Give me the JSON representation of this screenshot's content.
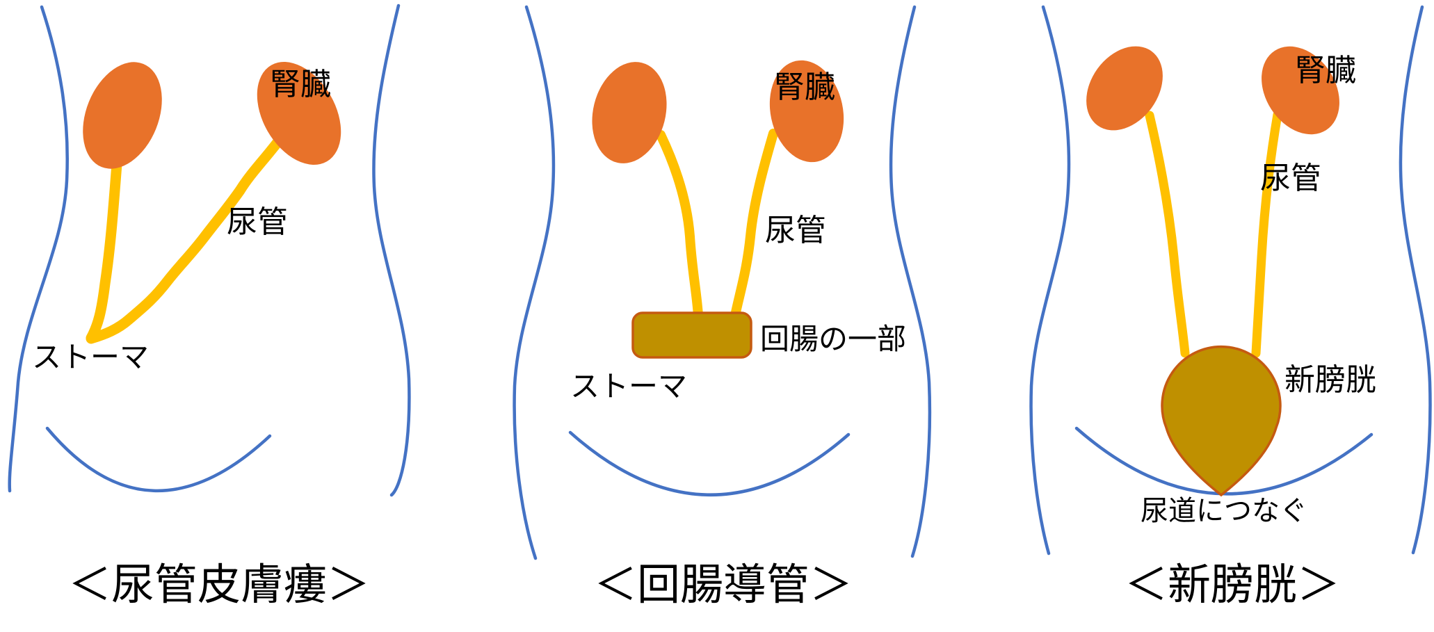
{
  "figure": {
    "description": "Three-panel medical illustration of urinary diversion types",
    "colors": {
      "kidney_fill": "#E8722A",
      "ureter_yellow": "#FFC000",
      "organ_fill": "#BF9000",
      "organ_border": "#C55A11",
      "body_outline_blue": "#4472C4",
      "text_black": "#000000",
      "background": "#FFFFFF"
    },
    "panels": [
      {
        "id": "ureterocutaneostomy",
        "caption": "＜尿管皮膚瘻＞",
        "labels": {
          "kidney": "腎臓",
          "ureter": "尿管",
          "stoma": "ストーマ"
        }
      },
      {
        "id": "ileal-conduit",
        "caption": "＜回腸導管＞",
        "labels": {
          "kidney": "腎臓",
          "ureter": "尿管",
          "ileum_segment": "回腸の一部",
          "stoma": "ストーマ"
        }
      },
      {
        "id": "neobladder",
        "caption": "＜新膀胱＞",
        "labels": {
          "kidney": "腎臓",
          "ureter": "尿管",
          "neobladder": "新膀胱",
          "urethra_connection": "尿道につなぐ"
        }
      }
    ]
  }
}
